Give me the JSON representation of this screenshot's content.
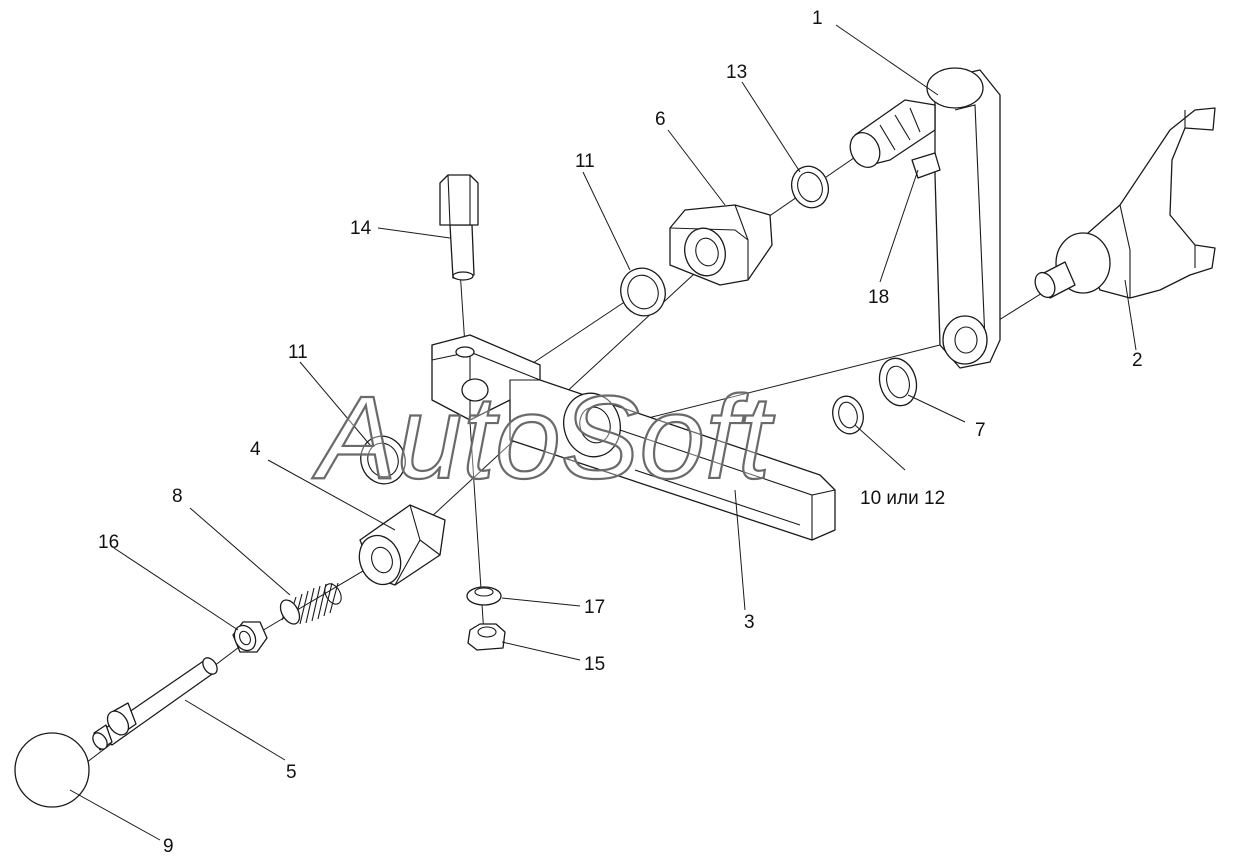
{
  "watermark": "AutoSoft",
  "callouts": [
    {
      "id": "1",
      "text": "1"
    },
    {
      "id": "2",
      "text": "2"
    },
    {
      "id": "3",
      "text": "3"
    },
    {
      "id": "4",
      "text": "4"
    },
    {
      "id": "5",
      "text": "5"
    },
    {
      "id": "6",
      "text": "6"
    },
    {
      "id": "7",
      "text": "7"
    },
    {
      "id": "8",
      "text": "8"
    },
    {
      "id": "9",
      "text": "9"
    },
    {
      "id": "10-or-12",
      "text": "10 или 12"
    },
    {
      "id": "11-top",
      "text": "11"
    },
    {
      "id": "11-left",
      "text": "11"
    },
    {
      "id": "13",
      "text": "13"
    },
    {
      "id": "14",
      "text": "14"
    },
    {
      "id": "15",
      "text": "15"
    },
    {
      "id": "16",
      "text": "16"
    },
    {
      "id": "17",
      "text": "17"
    },
    {
      "id": "18",
      "text": "18"
    }
  ]
}
